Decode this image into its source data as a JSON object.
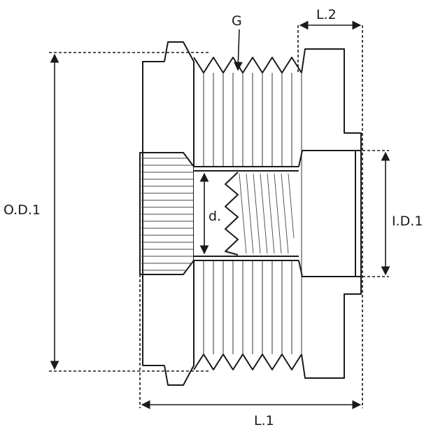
{
  "labels": {
    "groove": "G",
    "outer_diameter": "O.D.1",
    "inner_diameter": "I.D.1",
    "thread_diameter": "d.",
    "overall_length": "L.1",
    "offset_length": "L.2"
  }
}
